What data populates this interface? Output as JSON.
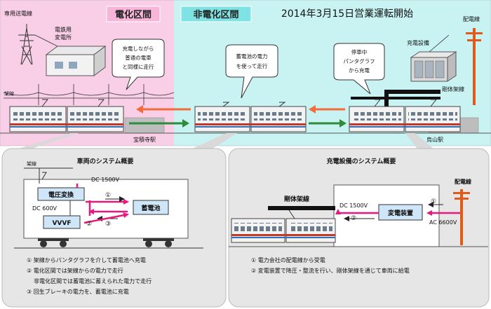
{
  "top": {
    "electrified_label": "電化区間",
    "non_electrified_label": "非電化区間",
    "title": "2014年3月15日営業運転開始",
    "transmission_line_label": "専用送電線",
    "substation_label_1": "電鉄用",
    "substation_label_2": "変電所",
    "overhead_line_label": "架線",
    "bubble1": [
      "充電しながら",
      "普通の電車",
      "と同様に走行"
    ],
    "bubble2": [
      "蓄電池の電力",
      "を使って走行"
    ],
    "bubble3": [
      "停車中",
      "パンタグラフ",
      "から充電"
    ],
    "charging_equipment_label": "充電設備",
    "distribution_line_label": "配電線",
    "rigid_catenary_label": "剛体架線",
    "station_hoshakuji": "宝積寺駅",
    "station_karasuyama": "烏山駅"
  },
  "vehicle_panel": {
    "title": "車両のシステム概要",
    "overhead_line": "架線",
    "dc1500": "DC 1500V",
    "dc600": "DC 600V",
    "voltage_converter": "電圧変換",
    "battery": "蓄電池",
    "vvvf": "VVVF",
    "markers": [
      "①",
      "②",
      "③"
    ],
    "notes": [
      "① 架線からパンタグラフを介して蓄電池へ充電",
      "② 電化区間では架線からの電力で走行",
      "    非電化区間では蓄電池に蓄えられた電力で走行",
      "③ 回生ブレーキの電力を、蓄電池に充電"
    ]
  },
  "charging_panel": {
    "title": "充電設備のシステム概要",
    "rigid_catenary": "剛体架線",
    "dc1500": "DC 1500V",
    "converter": "変電装置",
    "distribution_line": "配電線",
    "ac6600": "AC 6600V",
    "markers": [
      "①",
      "②"
    ],
    "notes": [
      "① 電力会社の配電線から受電",
      "② 変電装置で降圧・整流を行い、剛体架線を通じて車両に給電"
    ]
  },
  "colors": {
    "electrified_bg": "#f9cfe8",
    "non_electrified_bg": "#c9f3f3",
    "arrow_left": "#f26b3a",
    "arrow_right": "#2e8b3a",
    "panel_bg": "#e6e6e6",
    "power_pink": "#e8197d",
    "catenary_red": "#ff0000"
  }
}
